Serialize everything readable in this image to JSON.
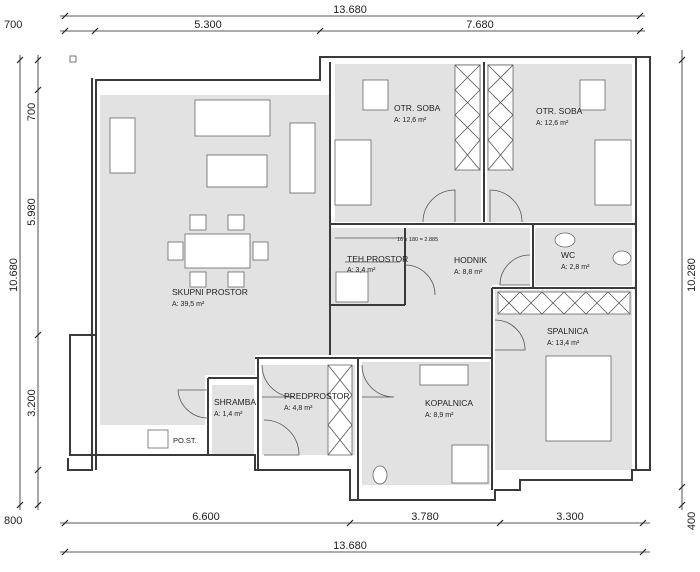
{
  "dimensions": {
    "top_total": "13.680",
    "top_left_offset": "700",
    "top_segment_1": "5.300",
    "top_segment_2": "7.680",
    "left_total": "10.680",
    "left_segment_1": "700",
    "left_segment_2": "5.980",
    "left_segment_3": "3.200",
    "left_segment_4": "800",
    "right_total": "10.280",
    "right_offset": "400",
    "bottom_segment_1": "6.600",
    "bottom_segment_2": "3.780",
    "bottom_segment_3": "3.300",
    "bottom_total": "13.680"
  },
  "rooms": {
    "skupni": {
      "name": "SKUPNI PROSTOR",
      "area": "A: 39,5 m²"
    },
    "soba1": {
      "name": "OTR. SOBA",
      "area": "A: 12,6 m²"
    },
    "soba2": {
      "name": "OTR. SOBA",
      "area": "A: 12,6 m²"
    },
    "teh": {
      "name": "TEH.PROSTOR",
      "area": "A: 3,4 m²"
    },
    "hodnik": {
      "name": "HODNIK",
      "area": "A: 8,8 m²"
    },
    "wc": {
      "name": "WC",
      "area": "A: 2,8 m²"
    },
    "spalnica": {
      "name": "SPALNICA",
      "area": "A: 13,4 m²"
    },
    "kopalnica": {
      "name": "KOPALNICA",
      "area": "A: 8,9 m²"
    },
    "predprostor": {
      "name": "PREDPROSTOR",
      "area": "A: 4,8 m²"
    },
    "shramba": {
      "name": "SHRAMBA",
      "area": "A: 1,4 m²"
    },
    "post": {
      "name": "PO.ST."
    }
  },
  "stair_note": "16 x 180 = 2.885"
}
